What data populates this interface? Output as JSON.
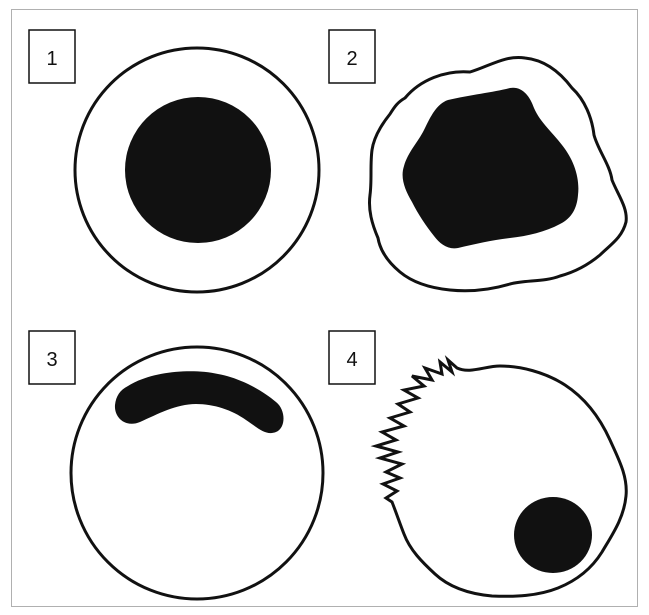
{
  "figure": {
    "panels": [
      {
        "label": "1"
      },
      {
        "label": "2"
      },
      {
        "label": "3"
      },
      {
        "label": "4"
      }
    ]
  },
  "colors": {
    "background": "#ffffff",
    "border": "#b0b0b0",
    "stroke": "#111111",
    "fill": "#111111"
  }
}
